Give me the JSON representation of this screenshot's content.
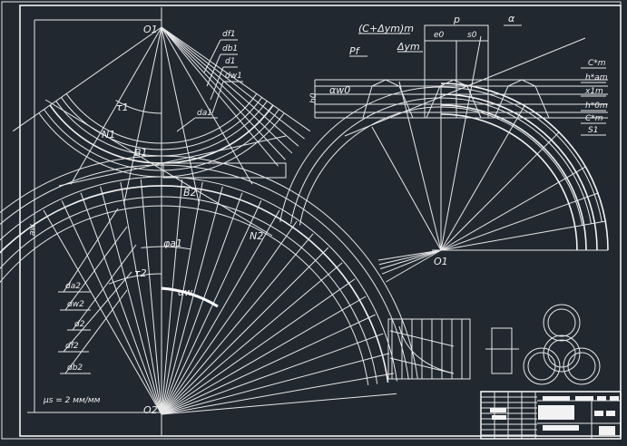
{
  "drawing": {
    "colors": {
      "background": "#212830",
      "line": "#e8e8e8"
    },
    "left_view": {
      "center_top": "O1",
      "center_bottom": "O2",
      "gear1_labels": [
        "df1",
        "db1",
        "d1",
        "dw1",
        "da1"
      ],
      "gear2_labels": [
        "da2",
        "dw2",
        "d2",
        "df2",
        "db2"
      ],
      "tau1": "τ1",
      "tau2": "τ2",
      "phi": "φa1",
      "alpha_w": "αw",
      "N1": "N1",
      "N2": "N2",
      "B1": "B1",
      "B2": "B2",
      "aw_dim": "aw",
      "scale": "μs = 2 мм/мм"
    },
    "right_view": {
      "p": "p",
      "e0": "e0",
      "s0": "s0",
      "alpha": "α",
      "c_dym": "(C+Δym)m",
      "dym": "Δym",
      "pf": "Pf",
      "alpha_w0": "αw0",
      "h0": "h0",
      "center": "O1",
      "right_labels": [
        "C*m",
        "h*am",
        "x1m",
        "h*0m",
        "C*m",
        "S1"
      ]
    }
  }
}
